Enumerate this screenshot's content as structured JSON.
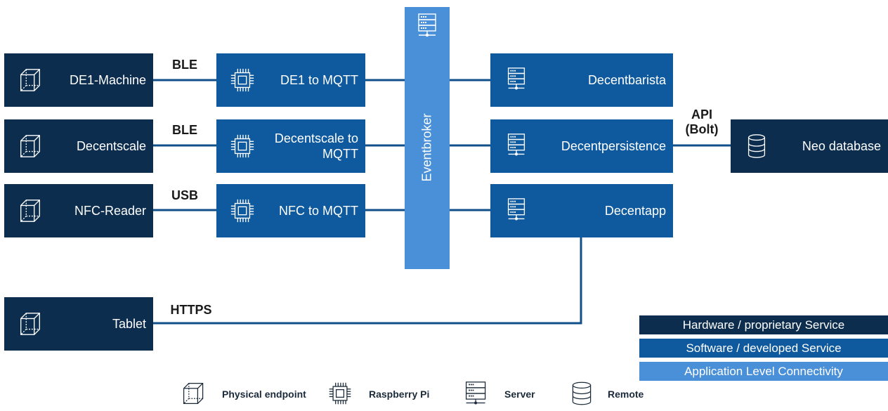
{
  "nodes": {
    "de1_machine": "DE1-Machine",
    "decentscale": "Decentscale",
    "nfc_reader": "NFC-Reader",
    "tablet": "Tablet",
    "de1_to_mqtt": "DE1 to MQTT",
    "decentscale_to_mqtt": [
      "Decentscale to",
      "MQTT"
    ],
    "nfc_to_mqtt": "NFC to MQTT",
    "eventbroker": "Eventbroker",
    "decentbarista": "Decentbarista",
    "decentpersistence": "Decentpersistence",
    "decentapp": "Decentapp",
    "neo_database": "Neo database"
  },
  "protocols": {
    "ble_1": "BLE",
    "ble_2": "BLE",
    "usb": "USB",
    "https": "HTTPS",
    "api": [
      "API",
      "(Bolt)"
    ]
  },
  "legend": {
    "hardware": "Hardware / proprietary Service",
    "software": "Software / developed Service",
    "connectivity": "Application Level Connectivity"
  },
  "icon_legend": {
    "physical_endpoint": "Physical endpoint",
    "raspberry_pi": "Raspberry Pi",
    "server": "Server",
    "remote": "Remote"
  },
  "colors": {
    "hardware": "#0c2d4e",
    "software": "#0f5a9e",
    "connectivity": "#4a90d9"
  }
}
